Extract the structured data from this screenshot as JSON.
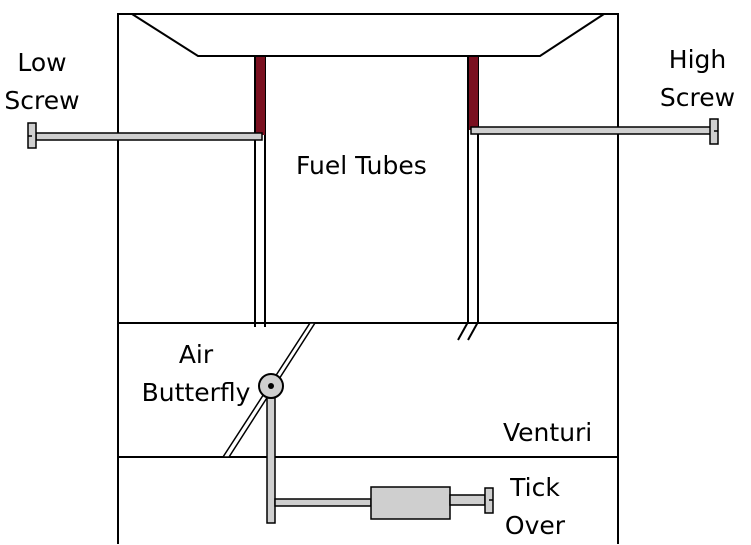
{
  "labels": {
    "low_screw": [
      "Low",
      "Screw"
    ],
    "high_screw": [
      "High",
      "Screw"
    ],
    "fuel_tubes": "Fuel Tubes",
    "air_butterfly": [
      "Air",
      "Butterfly"
    ],
    "venturi": "Venturi",
    "tick_over": [
      "Tick",
      "Over"
    ]
  },
  "colors": {
    "outline": "#000000",
    "rod_fill": "#cfcfcf",
    "fuel_seal": "#7a1020",
    "background": "#ffffff"
  }
}
